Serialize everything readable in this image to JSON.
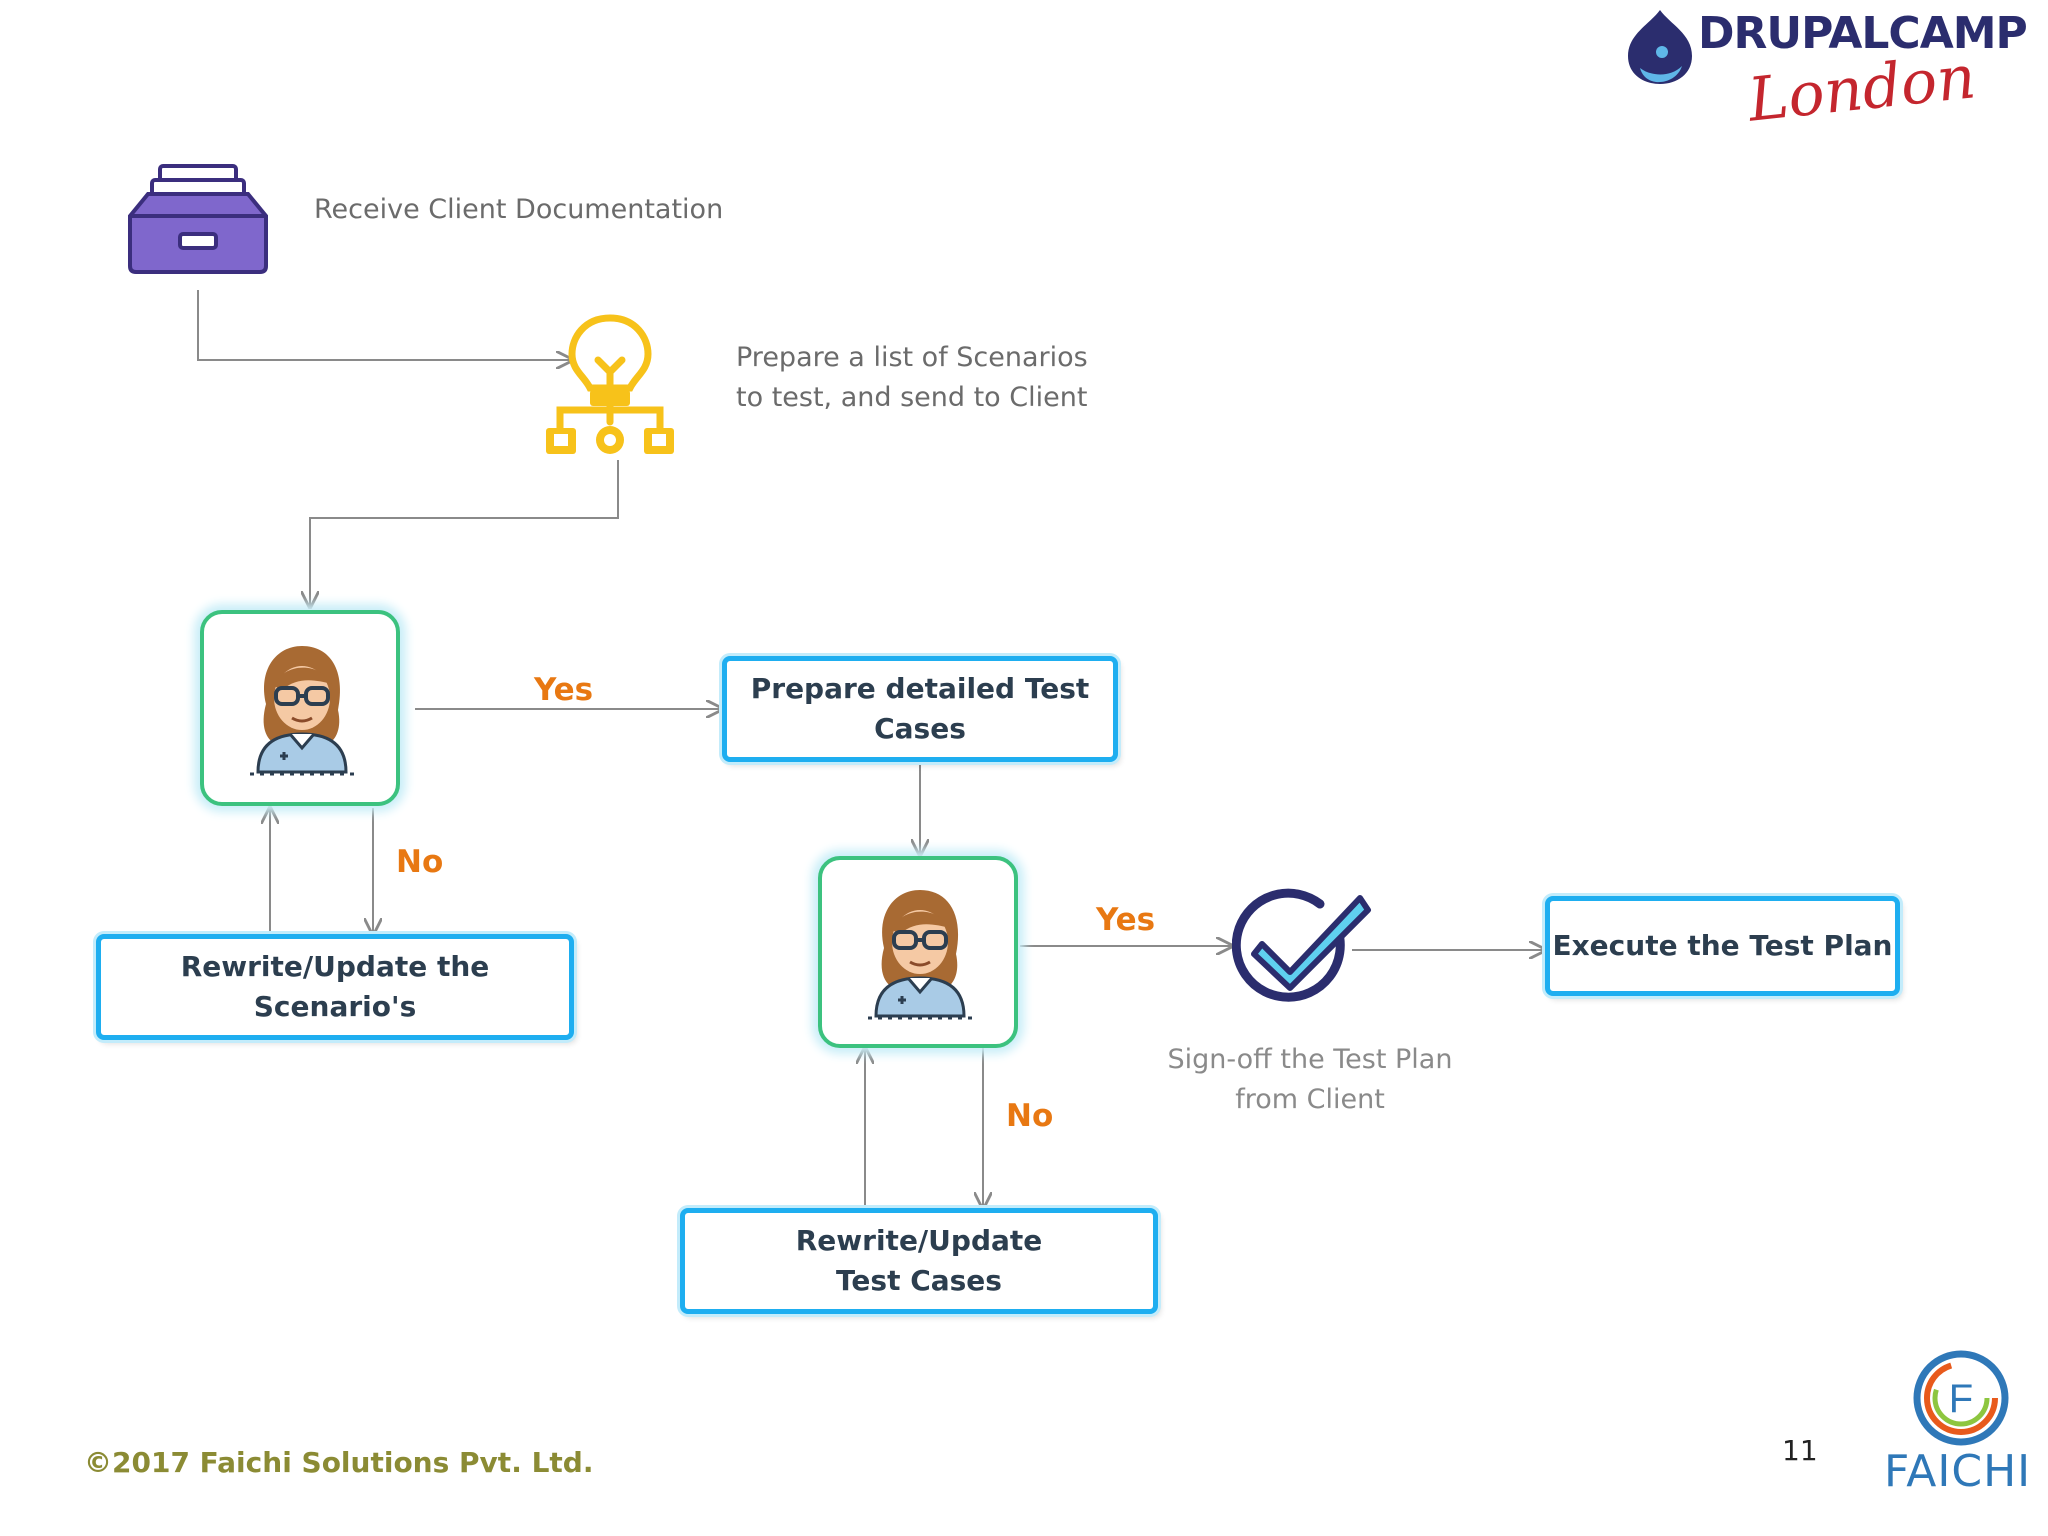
{
  "steps": {
    "receive_docs": "Receive Client Documentation",
    "prepare_scenarios": "Prepare a list of Scenarios\nto test, and send to Client",
    "prepare_test_cases": "Prepare detailed Test\nCases",
    "rewrite_scenarios": "Rewrite/Update the Scenario's",
    "rewrite_test_cases": "Rewrite/Update\nTest Cases",
    "signoff": "Sign-off the Test Plan\nfrom Client",
    "execute": "Execute the Test Plan"
  },
  "decisions": {
    "first_yes": "Yes",
    "first_no": "No",
    "second_yes": "Yes",
    "second_no": "No"
  },
  "branding": {
    "event_name": "DRUPALCAMP",
    "event_city": "London",
    "company_logo_letter": "F",
    "company_name": "FAICHI"
  },
  "footer": {
    "copyright": "©2017 Faichi Solutions Pvt. Ltd.",
    "page_number": "11"
  },
  "icons": [
    "inbox-tray-icon",
    "lightbulb-network-icon",
    "reviewer-avatar-icon",
    "checkmark-circle-icon",
    "drupal-drop-icon",
    "faichi-logo-icon"
  ],
  "colors": {
    "box_border": "#1eaef0",
    "decision_border": "#3cc27f",
    "answer_text": "#e87812",
    "tray_purple": "#7f67cc",
    "bulb_yellow": "#f7c21a",
    "check_navy": "#2b2d6e",
    "check_cyan": "#5fd0ef"
  }
}
